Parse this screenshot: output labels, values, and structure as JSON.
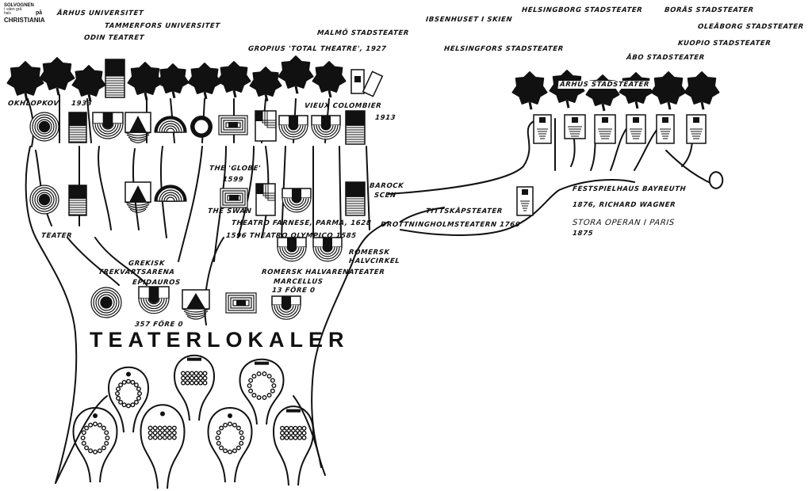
{
  "logo": {
    "line1": "SOLVOGNEN",
    "line2": "i «den grå",
    "line3": "hal»",
    "pa": "på",
    "line4": "CHRISTIANIA"
  },
  "title": "TEATERLOKALER",
  "labels": {
    "arhus_universitet": "ÅRHUS UNIVERSITET",
    "tammerfors_universitet": "TAMMERFORS UNIVERSITET",
    "odin_teatret": "ODIN TEATRET",
    "malmo_stadsteater": "MALMÖ STADSTEATER",
    "gropius": "GROPIUS 'TOTAL THEATRE', 1927",
    "ibsenhuset": "IBSENHUSET I SKIEN",
    "helsingborg": "HELSINGBORG STADSTEATER",
    "boras": "BORÅS STADSTEATER",
    "oleaborg": "OLEÅBORG STADSTEATER",
    "kuopio": "KUOPIO STADSTEATER",
    "helsingfors": "HELSINGFORS STADSTEATER",
    "abo": "ÅBO STADSTEATER",
    "arhus_stadsteater": "ÅRHUS STADSTEATER",
    "okhlopkov": "OKHLOPKOV",
    "year_1933": "1933",
    "vieux_colombier": "VIEUX COLOMBIER",
    "year_1913": "1913",
    "globe": "THE 'GLOBE'",
    "year_1599": "1599",
    "swan": "THE SWAN",
    "barock_1": "BAROCK",
    "barock_2": "SCEN",
    "teater": "TEATER",
    "farnese": "THEATRO FARNESE, PARMA, 1628",
    "olympico": "1596  THEATRO OLYMPICO 1585",
    "tittskap": "TITTSKÅPSTEATER",
    "drottningholm": "DROTTNINGHOLMSTEATERN  1769",
    "bayreuth": "FESTSPIELHAUS BAYREUTH",
    "wagner": "1876, RICHARD WAGNER",
    "paris": "STORA OPERAN I PARIS",
    "year_1875": "1875",
    "romersk_halvcirkel_1": "ROMERSK",
    "romersk_halvcirkel_2": "HALVCIRKEL",
    "grekisk_1": "GREKISK",
    "grekisk_2": "TREKVARTSARENA",
    "epidauros": "EPIDAUROS",
    "halvarena": "ROMERSK HALVARENATEATER",
    "marcellus": "MARCELLUS",
    "marcellus_year": "13 FÖRE 0",
    "epidauros_year": "357 FÖRE 0"
  }
}
